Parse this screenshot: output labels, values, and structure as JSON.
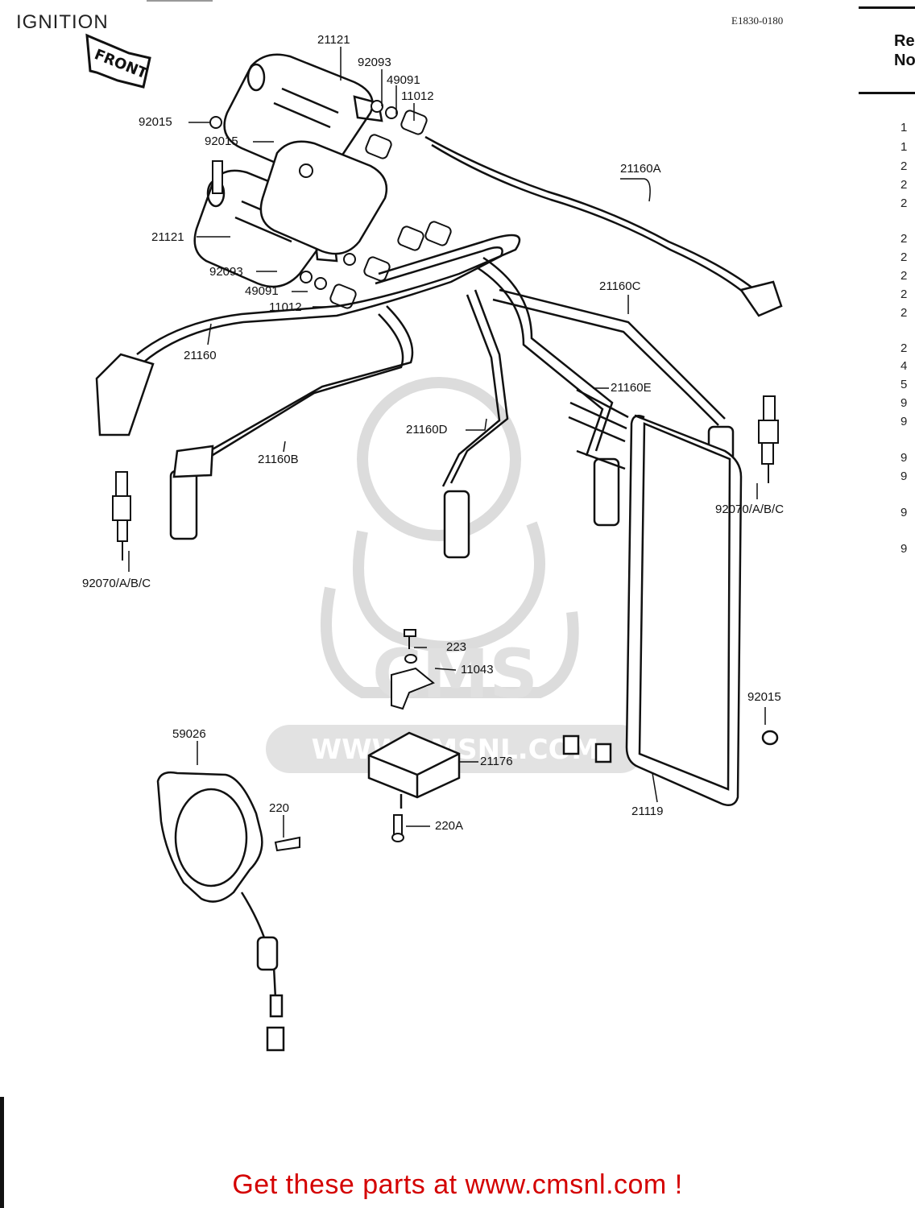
{
  "header": {
    "title": "IGNITION",
    "diagram_code": "E1830-0180"
  },
  "front_arrow": {
    "label": "FRONT"
  },
  "callouts": {
    "c21121_top": "21121",
    "c92093_top": "92093",
    "c49091_top": "49091",
    "c11012_top": "11012",
    "c92015_a": "92015",
    "c92015_b": "92015",
    "c21160A": "21160A",
    "c21121_left": "21121",
    "c92093_left": "92093",
    "c49091_left": "49091",
    "c11012_left": "11012",
    "c21160C": "21160C",
    "c21160": "21160",
    "c21160E": "21160E",
    "c21160D": "21160D",
    "c21160B": "21160B",
    "c92070_right": "92070/A/B/C",
    "c92070_left": "92070/A/B/C",
    "c223": "223",
    "c11043": "11043",
    "c92015_right": "92015",
    "c59026": "59026",
    "c21176": "21176",
    "c220": "220",
    "c220A": "220A",
    "c21119": "21119"
  },
  "ref_panel": {
    "header_line1": "Re",
    "header_line2": "No",
    "items": [
      "1",
      "1",
      "2",
      "2",
      "2",
      "2",
      "2",
      "2",
      "2",
      "2",
      "2",
      "4",
      "5",
      "9",
      "9",
      "9",
      "9",
      "9",
      "9"
    ]
  },
  "watermark": {
    "site": "WWW.CMSNL.COM",
    "logo_text": "CMS"
  },
  "footer": {
    "text": "Get these parts at www.cmsnl.com !"
  },
  "colors": {
    "footer": "#d40000",
    "ink": "#111111",
    "watermark": "#d8d8d8"
  }
}
